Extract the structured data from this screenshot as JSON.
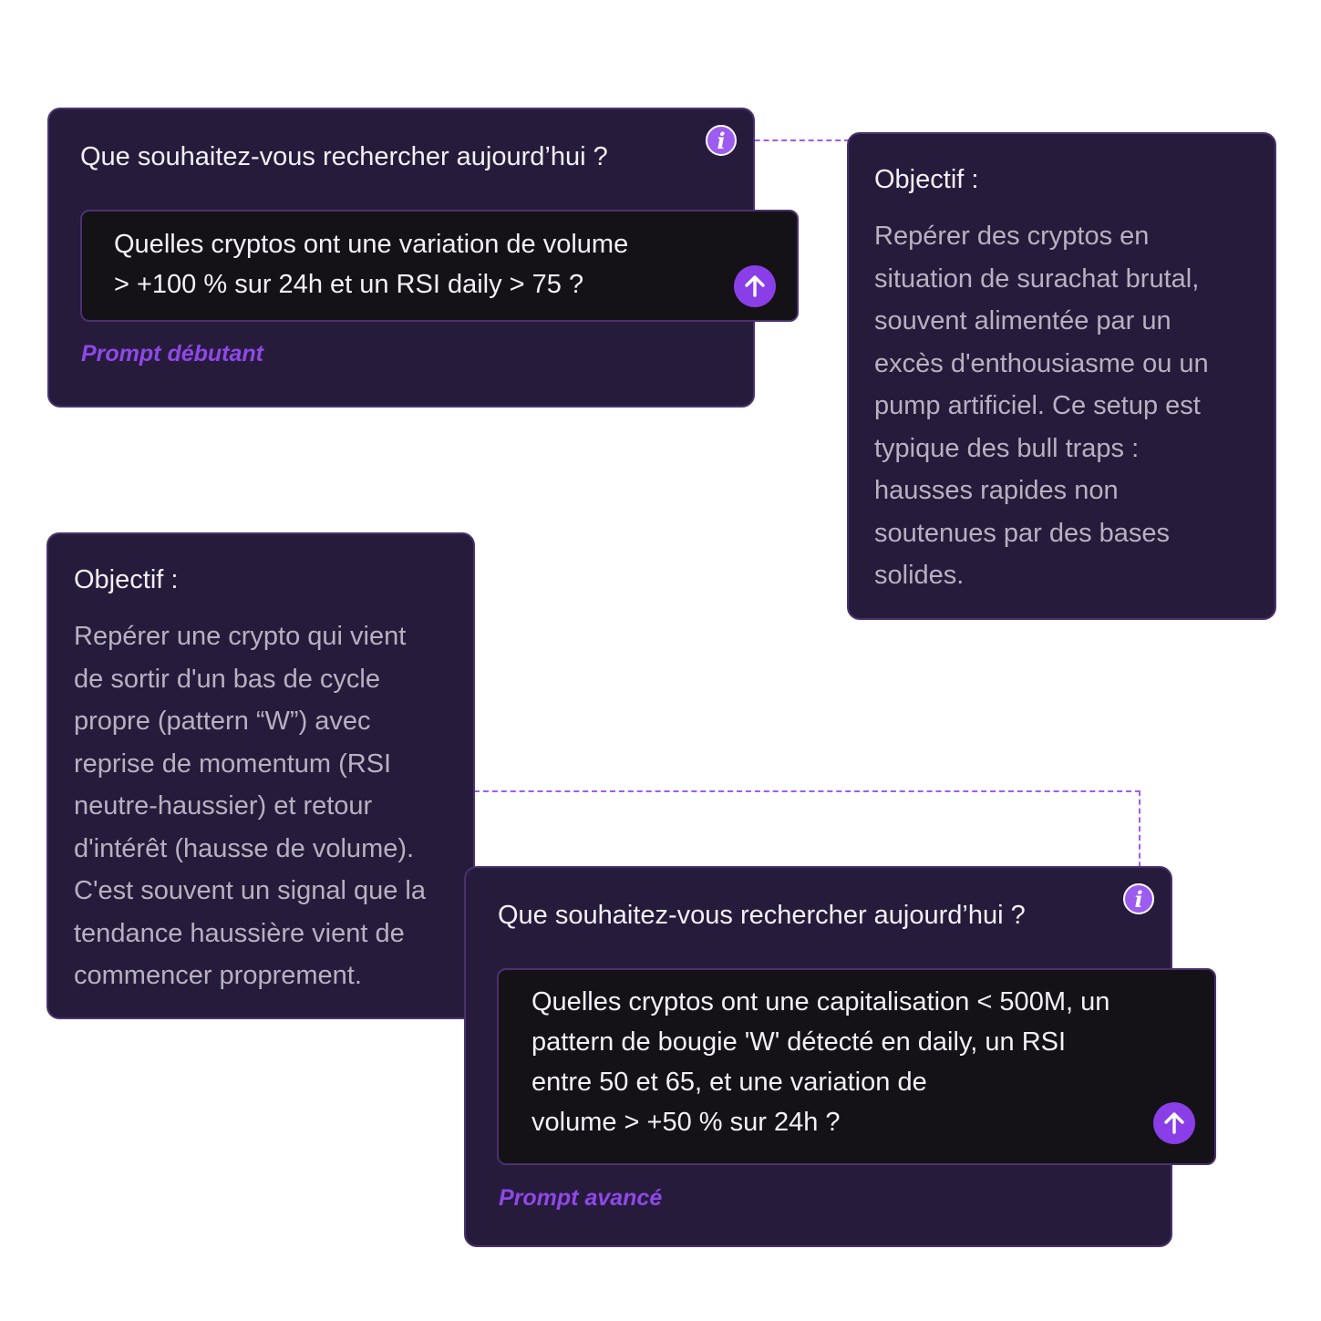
{
  "beginner": {
    "question_title": "Que souhaitez-vous rechercher aujourd’hui ?",
    "prompt_text": "Quelles cryptos ont une variation de volume\n> +100 % sur 24h et un RSI daily > 75 ?",
    "level_tag": "Prompt débutant",
    "info_icon": "i",
    "send_icon": "arrow-up-icon"
  },
  "beginner_objective": {
    "title": "Objectif :",
    "text": "Repérer des cryptos en\nsituation de surachat brutal,\nsouvent alimentée par un\nexcès d'enthousiasme ou un\npump artificiel. Ce setup est\ntypique des bull traps :\nhausses rapides non\nsoutenues par des bases\nsolides."
  },
  "advanced_objective": {
    "title": "Objectif :",
    "text": "Repérer une crypto qui vient\nde sortir d'un bas de cycle\npropre (pattern “W”) avec\nreprise de momentum (RSI\nneutre-haussier) et retour\nd'intérêt (hausse de volume).\nC'est souvent un signal que la\ntendance haussière vient de\ncommencer proprement."
  },
  "advanced": {
    "question_title": "Que souhaitez-vous rechercher aujourd’hui ?",
    "prompt_text": "Quelles cryptos ont une capitalisation < 500M, un\npattern de bougie 'W' détecté en daily, un RSI\nentre 50 et 65, et une variation de\nvolume > +50 % sur 24h ?",
    "level_tag": "Prompt avancé",
    "info_icon": "i",
    "send_icon": "arrow-up-icon"
  },
  "colors": {
    "card_bg": "#271b3b",
    "card_border": "#4a3170",
    "input_bg": "#141216",
    "accent": "#8a3ee8",
    "tag": "#8e48e8",
    "muted_text": "#b7b1c2"
  }
}
